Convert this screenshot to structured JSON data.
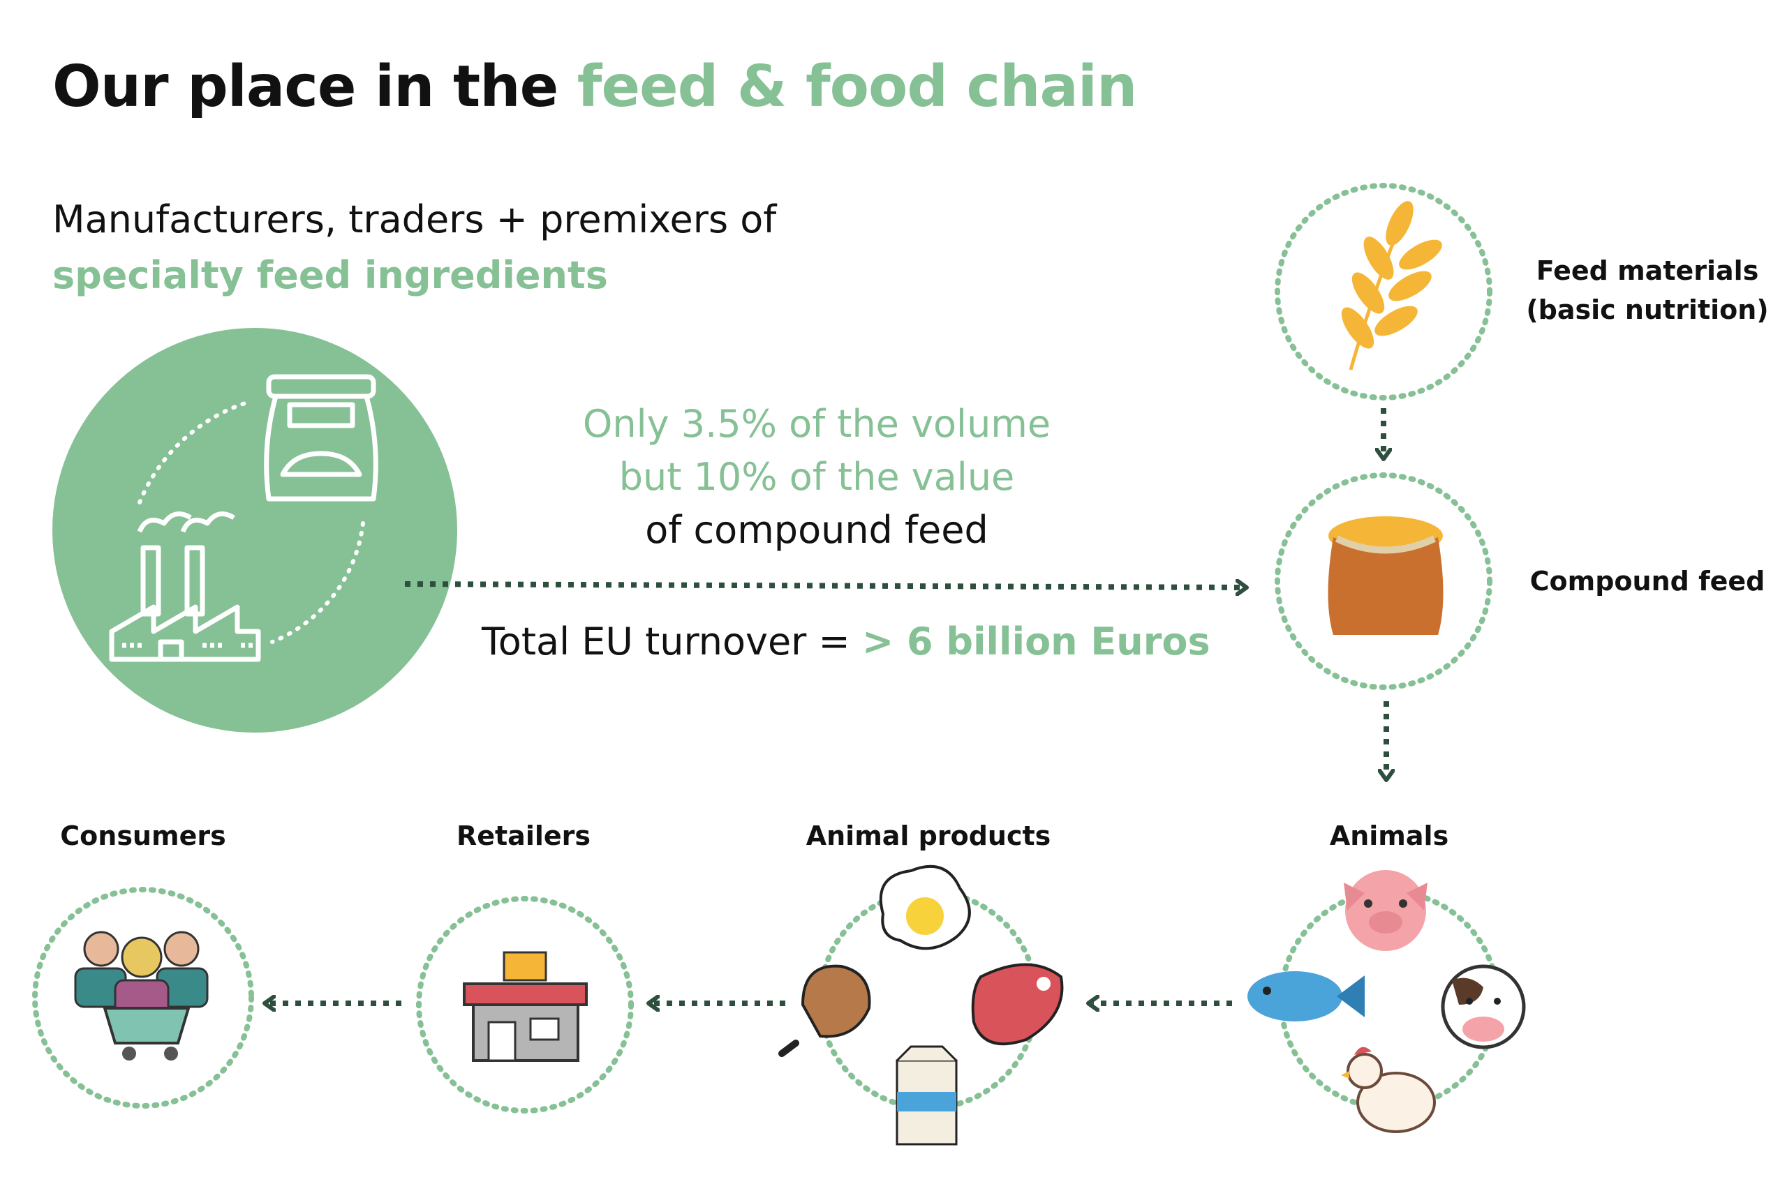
{
  "title": {
    "prefix": "Our place in the",
    "highlight": "feed & food chain"
  },
  "subtitle": {
    "line1": "Manufacturers, traders + premixers of",
    "line2": "specialty feed ingredients"
  },
  "stat": {
    "line1": "Only 3.5% of the volume",
    "line2": "but 10% of the value",
    "line3": "of compound feed"
  },
  "turnover": {
    "label": "Total EU turnover =",
    "value": "> 6 billion Euros"
  },
  "nodes": {
    "feed_materials": {
      "line1": "Feed materials",
      "line2": "(basic nutrition)"
    },
    "compound_feed": {
      "label": "Compound feed"
    },
    "animals": {
      "label": "Animals"
    },
    "animal_products": {
      "label": "Animal products"
    },
    "retailers": {
      "label": "Retailers"
    },
    "consumers": {
      "label": "Consumers"
    }
  },
  "colors": {
    "accent_green": "#86c095",
    "dotted_green": "#86c095",
    "arrow_dark": "#2f4f3e",
    "wheat": "#f5b637",
    "sack_brown": "#c9702f",
    "meat_red": "#d9535a",
    "fish_blue": "#4aa3d9",
    "pig_pink": "#f4a3a8"
  },
  "icons": [
    "factory-icon",
    "ingredient-bag-icon",
    "wheat-icon",
    "feed-sack-icon",
    "pig-icon",
    "fish-icon",
    "cow-icon",
    "chicken-icon",
    "egg-icon",
    "steak-icon",
    "ham-icon",
    "milk-carton-icon",
    "store-icon",
    "consumers-cart-icon"
  ]
}
